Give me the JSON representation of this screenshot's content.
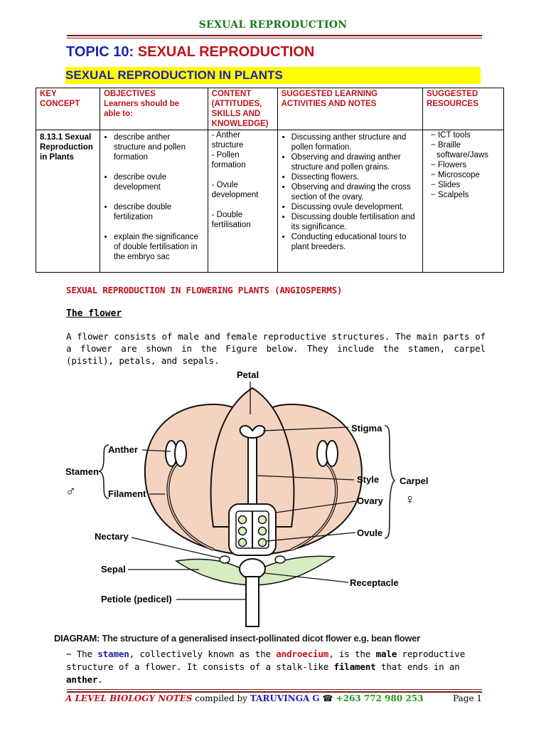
{
  "header": {
    "running_title": "SEXUAL REPRODUCTION"
  },
  "topic": {
    "number": "TOPIC 10:",
    "title": "SEXUAL REPRODUCTION"
  },
  "subheading": "SEXUAL REPRODUCTION IN PLANTS",
  "table": {
    "headers": {
      "key_concept": [
        "KEY",
        "CONCEPT"
      ],
      "objectives": [
        "OBJECTIVES",
        "Learners should be",
        "able to:"
      ],
      "content": [
        "CONTENT",
        "(ATTITUDES,",
        "SKILLS AND",
        "KNOWLEDGE)"
      ],
      "activities": [
        "SUGGESTED LEARNING",
        "ACTIVITIES AND NOTES"
      ],
      "resources": [
        "SUGGESTED",
        "RESOURCES"
      ]
    },
    "row": {
      "key_concept": "8.13.1 Sexual Reproduction in Plants",
      "objectives": [
        "describe anther structure and pollen formation",
        "describe ovule development",
        "describe double fertilization",
        "explain the significance of double fertilisation in the embryo sac"
      ],
      "content": [
        "- Anther structure",
        "- Pollen formation",
        "- Ovule development",
        "- Double fertilisation"
      ],
      "activities": [
        "Discussing anther structure and pollen formation.",
        "Observing and drawing anther structure and pollen grains.",
        "Dissecting flowers.",
        "Observing and drawing the cross section of the ovary.",
        "Discussing ovule development.",
        "Discussing double fertilisation and its significance.",
        "Conducting educational tours to plant breeders."
      ],
      "resources": [
        "− ICT tools",
        "− Braille software/Jaws",
        "− Flowers",
        "− Microscope",
        "− Slides",
        "− Scalpels"
      ]
    }
  },
  "section_heading": "SEXUAL REPRODUCTION IN FLOWERING PLANTS (ANGIOSPERMS)",
  "flower_heading": "The flower",
  "intro_paragraph": "A flower consists of male and female reproductive structures. The main parts of a flower are shown in the Figure below. They include the stamen, carpel (pistil), petals, and sepals.",
  "diagram": {
    "labels": {
      "petal": "Petal",
      "stigma": "Stigma",
      "anther": "Anther",
      "stamen": "Stamen",
      "filament": "Filament",
      "style": "Style",
      "carpel": "Carpel",
      "ovary": "Ovary",
      "nectary": "Nectary",
      "ovule": "Ovule",
      "sepal": "Sepal",
      "receptacle": "Receptacle",
      "petiole": "Petiole (pedicel)",
      "male_symbol": "♂",
      "female_symbol": "♀"
    },
    "colors": {
      "petal_fill": "#f5d3c1",
      "sepal_fill": "#d8ecc4",
      "line": "#111111"
    },
    "caption_label": "DIAGRAM:",
    "caption_text": " The structure of a generalised insect-pollinated dicot flower e.g. bean flower"
  },
  "bullet": {
    "dash": "− The ",
    "stamen": "stamen",
    "t1": ", collectively known as the ",
    "androecium": "androecium",
    "t2": ", is the ",
    "male": "male",
    "t3": " reproductive structure of a flower. It consists of a stalk-like ",
    "filament": "filament",
    "t4": " that ends in an ",
    "anther": "anther",
    "t5": "."
  },
  "footer": {
    "notes": "A LEVEL BIOLOGY NOTES",
    "compiled": " compiled by ",
    "author": "TARUVINGA G",
    "phone_icon": "☎",
    "phone": " +263 772 980 253",
    "page": "Page 1"
  }
}
